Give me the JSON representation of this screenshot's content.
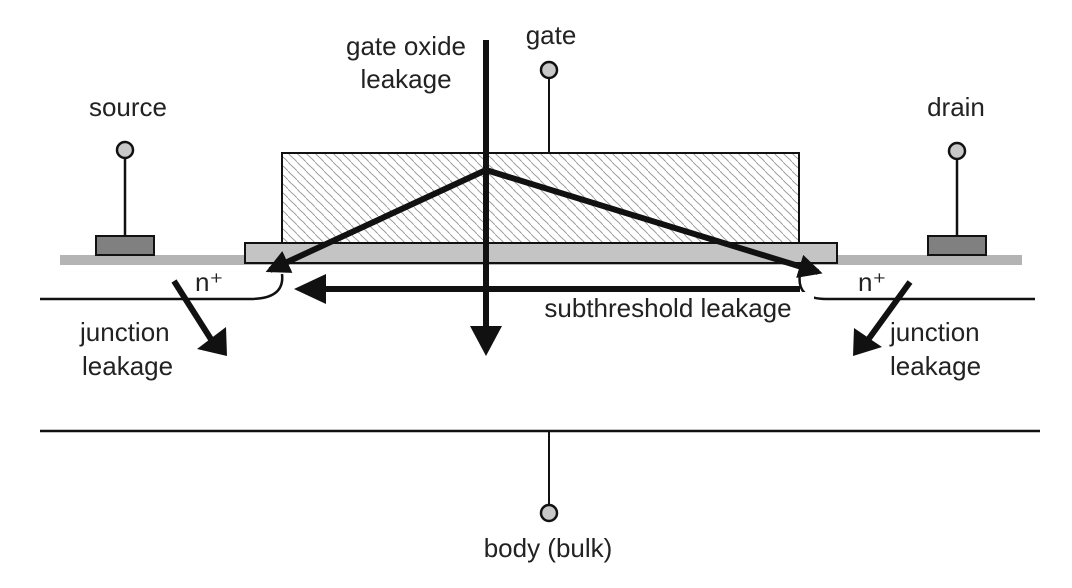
{
  "diagram": {
    "labels": {
      "gate": "gate",
      "gate_oxide_leakage_line1": "gate oxide",
      "gate_oxide_leakage_line2": "leakage",
      "source": "source",
      "drain": "drain",
      "n_plus_left": "n⁺",
      "n_plus_right": "n⁺",
      "subthreshold_leakage": "subthreshold leakage",
      "junction_leakage_left_line1": "junction",
      "junction_leakage_left_line2": "leakage",
      "junction_leakage_right_line1": "junction",
      "junction_leakage_right_line2": "leakage",
      "body": "body (bulk)"
    },
    "colors": {
      "ink": "#111111",
      "terminal_fill": "#c8c8c8",
      "gate_hatch": "#9a9a9a",
      "oxide_fill": "#c4c4c4",
      "surface_fill": "#b4b4b4",
      "contact_fill": "#808080"
    }
  }
}
